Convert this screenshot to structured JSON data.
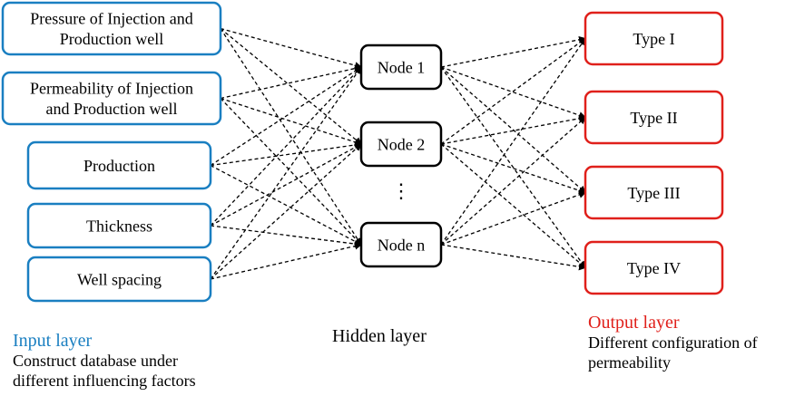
{
  "input_layer": {
    "title": "Input layer",
    "description_line1": "Construct database under",
    "description_line2": "different influencing factors",
    "color": "#1a7fc1",
    "nodes": [
      {
        "id": "pressure",
        "lines": [
          "Pressure of Injection and",
          "Production well"
        ]
      },
      {
        "id": "permeability",
        "lines": [
          "Permeability  of Injection",
          "and Production well"
        ]
      },
      {
        "id": "production",
        "lines": [
          "Production"
        ]
      },
      {
        "id": "thickness",
        "lines": [
          "Thickness"
        ]
      },
      {
        "id": "well-spacing",
        "lines": [
          "Well spacing"
        ]
      }
    ]
  },
  "hidden_layer": {
    "title": "Hidden layer",
    "ellipsis": "⋮",
    "color": "#000000",
    "nodes": [
      {
        "id": "node-1",
        "label": "Node 1"
      },
      {
        "id": "node-2",
        "label": "Node 2"
      },
      {
        "id": "node-n",
        "label": "Node n"
      }
    ]
  },
  "output_layer": {
    "title": "Output layer",
    "description_line1": "Different configuration of",
    "description_line2": "permeability",
    "color": "#e0201b",
    "nodes": [
      {
        "id": "type-1",
        "label": "Type I"
      },
      {
        "id": "type-2",
        "label": "Type II"
      },
      {
        "id": "type-3",
        "label": "Type III"
      },
      {
        "id": "type-4",
        "label": "Type IV"
      }
    ]
  }
}
